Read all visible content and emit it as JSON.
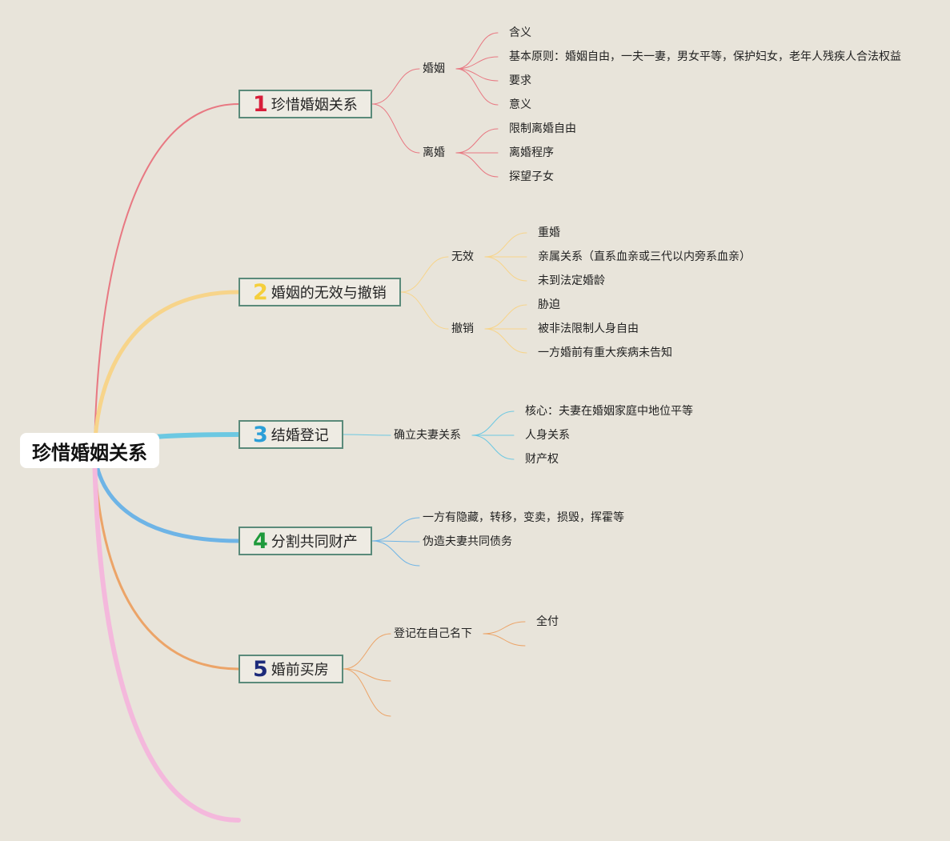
{
  "root": "珍惜婚姻关系",
  "branches": [
    {
      "num": "1",
      "title": "珍惜婚姻关系",
      "color": "#e87882",
      "numColor": "#d81e3a",
      "children": [
        {
          "label": "婚姻",
          "children": [
            "含义",
            "基本原则：婚姻自由，一夫一妻，男女平等，保护妇女，老年人残疾人合法权益",
            "要求",
            "意义"
          ]
        },
        {
          "label": "离婚",
          "children": [
            "限制离婚自由",
            "离婚程序",
            "探望子女"
          ]
        }
      ]
    },
    {
      "num": "2",
      "title": "婚姻的无效与撤销",
      "color": "#f7d48a",
      "numColor": "#f5cf3c",
      "children": [
        {
          "label": "无效",
          "children": [
            "重婚",
            "亲属关系（直系血亲或三代以内旁系血亲）",
            "未到法定婚龄"
          ]
        },
        {
          "label": "撤销",
          "children": [
            "胁迫",
            "被非法限制人身自由",
            "一方婚前有重大疾病未告知"
          ]
        }
      ]
    },
    {
      "num": "3",
      "title": "结婚登记",
      "color": "#6cc8e2",
      "numColor": "#2b9fd8",
      "children": [
        {
          "label": "确立夫妻关系",
          "children": [
            "核心：夫妻在婚姻家庭中地位平等",
            "人身关系",
            "财产权"
          ]
        }
      ]
    },
    {
      "num": "4",
      "title": "分割共同财产",
      "color": "#6eb4e6",
      "numColor": "#1f9a3c",
      "children": [
        {
          "label": "一方有隐藏，转移，变卖，损毁，挥霍等",
          "children": []
        },
        {
          "label": "伪造夫妻共同债务",
          "children": []
        },
        {
          "label": "",
          "children": []
        }
      ]
    },
    {
      "num": "5",
      "title": "婚前买房",
      "color": "#eca468",
      "numColor": "#1c2a7a",
      "children": [
        {
          "label": "登记在自己名下",
          "children": [
            "全付",
            ""
          ]
        },
        {
          "label": "",
          "children": []
        },
        {
          "label": "",
          "children": []
        }
      ]
    },
    {
      "num": "",
      "title": "",
      "color": "#f4b8dc",
      "numColor": "#f4b8dc",
      "children": []
    }
  ]
}
